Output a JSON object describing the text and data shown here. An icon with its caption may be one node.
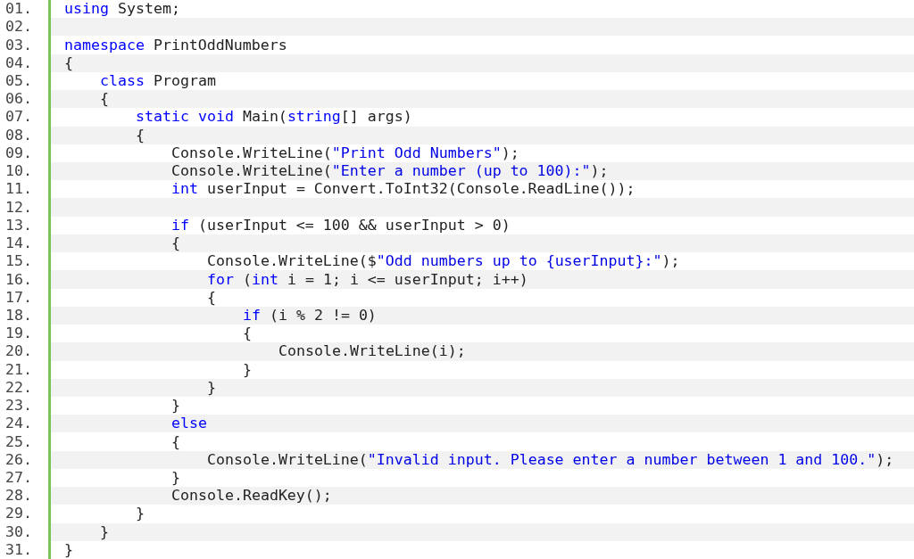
{
  "diagram": {
    "labels": [
      "01.",
      "**using** System;",
      "02.",
      "03.",
      "**namespace** PrintOddNumbers",
      "04.",
      "{",
      "05.",
      "**class** Program",
      "06.",
      "{",
      "07.",
      "**static** **void** Main(**string**[] args)",
      "08.",
      "{",
      "09.",
      "Console.WriteLine(*\"Print Odd Numbers\"*);",
      "10.",
      "Console.WriteLine(*\"Enter a number (up to 100):\"*);",
      "11.",
      "**int** userInput = Convert.ToInt32(Console.ReadLine());",
      "12.",
      "13.",
      "**if** (userInput <= 100 && userInput > 0)",
      "14.",
      "{",
      "15.",
      "Console.WriteLine($*\"Odd numbers up to {userInput}:\"*);",
      "16.",
      "**for** (**int** i = 1; i <= userInput; i++)",
      "17.",
      "{",
      "18.",
      "**if** (i % 2 != 0)",
      "19.",
      "{",
      "20.",
      "Console.WriteLine(i);",
      "21.",
      "}",
      "22.",
      "}",
      "23.",
      "}",
      "24.",
      "**else**",
      "25.",
      "{",
      "26.",
      "Console.WriteLine(*\"Invalid input. Please enter a number between 1 and 100.\"*);",
      "27.",
      "}",
      "28.",
      "Console.ReadKey();",
      "29.",
      "}",
      "30.",
      "}",
      "31.",
      "}"
    ]
  }
}
